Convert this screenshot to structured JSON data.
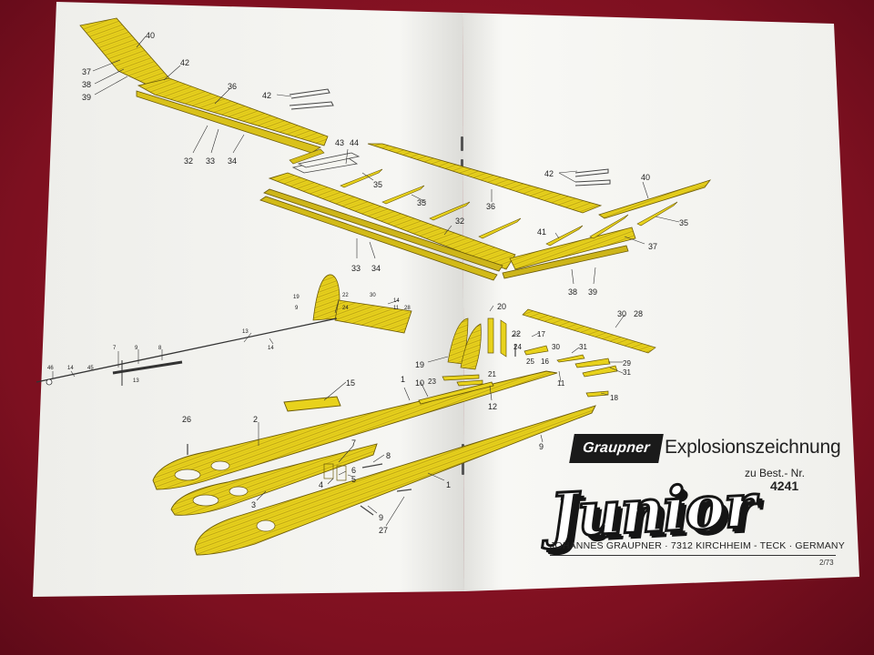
{
  "brand": {
    "logo_text": "Graupner"
  },
  "header": {
    "title": "Explosionszeichnung",
    "order_label": "zu Best.- Nr.",
    "order_number": "4241"
  },
  "model": {
    "name": "Junior"
  },
  "footer": {
    "address": "JOHANNES GRAUPNER · 7312 KIRCHHEIM - TECK · GERMANY",
    "edition": "2/73"
  },
  "colors": {
    "balsa_fill": "#e8d21c",
    "balsa_grain": "#a88f10",
    "paper": "#f7f7f4",
    "ink": "#1f1f1f"
  },
  "part_numbers": [
    {
      "id": "p40a",
      "text": "40"
    },
    {
      "id": "p37a",
      "text": "37"
    },
    {
      "id": "p38a",
      "text": "38"
    },
    {
      "id": "p39a",
      "text": "39"
    },
    {
      "id": "p42a",
      "text": "42"
    },
    {
      "id": "p36a",
      "text": "36"
    },
    {
      "id": "p42b",
      "text": "42"
    },
    {
      "id": "p32a",
      "text": "32"
    },
    {
      "id": "p33a",
      "text": "33"
    },
    {
      "id": "p34a",
      "text": "34"
    },
    {
      "id": "p43",
      "text": "43"
    },
    {
      "id": "p44",
      "text": "44"
    },
    {
      "id": "p35a",
      "text": "35"
    },
    {
      "id": "p35b",
      "text": "35"
    },
    {
      "id": "p36b",
      "text": "36"
    },
    {
      "id": "p32b",
      "text": "32"
    },
    {
      "id": "p33b",
      "text": "33"
    },
    {
      "id": "p34b",
      "text": "34"
    },
    {
      "id": "p42c",
      "text": "42"
    },
    {
      "id": "p40b",
      "text": "40"
    },
    {
      "id": "p35c",
      "text": "35"
    },
    {
      "id": "p41",
      "text": "41"
    },
    {
      "id": "p37b",
      "text": "37"
    },
    {
      "id": "p38b",
      "text": "38"
    },
    {
      "id": "p39b",
      "text": "39"
    },
    {
      "id": "p19a",
      "text": "19"
    },
    {
      "id": "p30a",
      "text": "30"
    },
    {
      "id": "p14a",
      "text": "14"
    },
    {
      "id": "p22a",
      "text": "22"
    },
    {
      "id": "p11a",
      "text": "11"
    },
    {
      "id": "p28a",
      "text": "28"
    },
    {
      "id": "p24a",
      "text": "24"
    },
    {
      "id": "p9a",
      "text": "9"
    },
    {
      "id": "p13a",
      "text": "13"
    },
    {
      "id": "p14b",
      "text": "14"
    },
    {
      "id": "p7a",
      "text": "7"
    },
    {
      "id": "p9b",
      "text": "9"
    },
    {
      "id": "p8a",
      "text": "8"
    },
    {
      "id": "p46",
      "text": "46"
    },
    {
      "id": "p14c",
      "text": "14"
    },
    {
      "id": "p45",
      "text": "45"
    },
    {
      "id": "p13b",
      "text": "13"
    },
    {
      "id": "p20",
      "text": "20"
    },
    {
      "id": "p30b",
      "text": "30"
    },
    {
      "id": "p28b",
      "text": "28"
    },
    {
      "id": "p22b",
      "text": "22"
    },
    {
      "id": "p17",
      "text": "17"
    },
    {
      "id": "p24b",
      "text": "24"
    },
    {
      "id": "p30c",
      "text": "30"
    },
    {
      "id": "p31a",
      "text": "31"
    },
    {
      "id": "p19b",
      "text": "19"
    },
    {
      "id": "p25",
      "text": "25"
    },
    {
      "id": "p16",
      "text": "16"
    },
    {
      "id": "p29",
      "text": "29"
    },
    {
      "id": "p31b",
      "text": "31"
    },
    {
      "id": "p21",
      "text": "21"
    },
    {
      "id": "p11b",
      "text": "11"
    },
    {
      "id": "p15",
      "text": "15"
    },
    {
      "id": "p1a",
      "text": "1"
    },
    {
      "id": "p10",
      "text": "10"
    },
    {
      "id": "p23",
      "text": "23"
    },
    {
      "id": "p12",
      "text": "12"
    },
    {
      "id": "p18",
      "text": "18"
    },
    {
      "id": "p26",
      "text": "26"
    },
    {
      "id": "p2",
      "text": "2"
    },
    {
      "id": "p9c",
      "text": "9"
    },
    {
      "id": "p7b",
      "text": "7"
    },
    {
      "id": "p8b",
      "text": "8"
    },
    {
      "id": "p6",
      "text": "6"
    },
    {
      "id": "p4",
      "text": "4"
    },
    {
      "id": "p5",
      "text": "5"
    },
    {
      "id": "p3",
      "text": "3"
    },
    {
      "id": "p1b",
      "text": "1"
    },
    {
      "id": "p9d",
      "text": "9"
    },
    {
      "id": "p27",
      "text": "27"
    }
  ]
}
